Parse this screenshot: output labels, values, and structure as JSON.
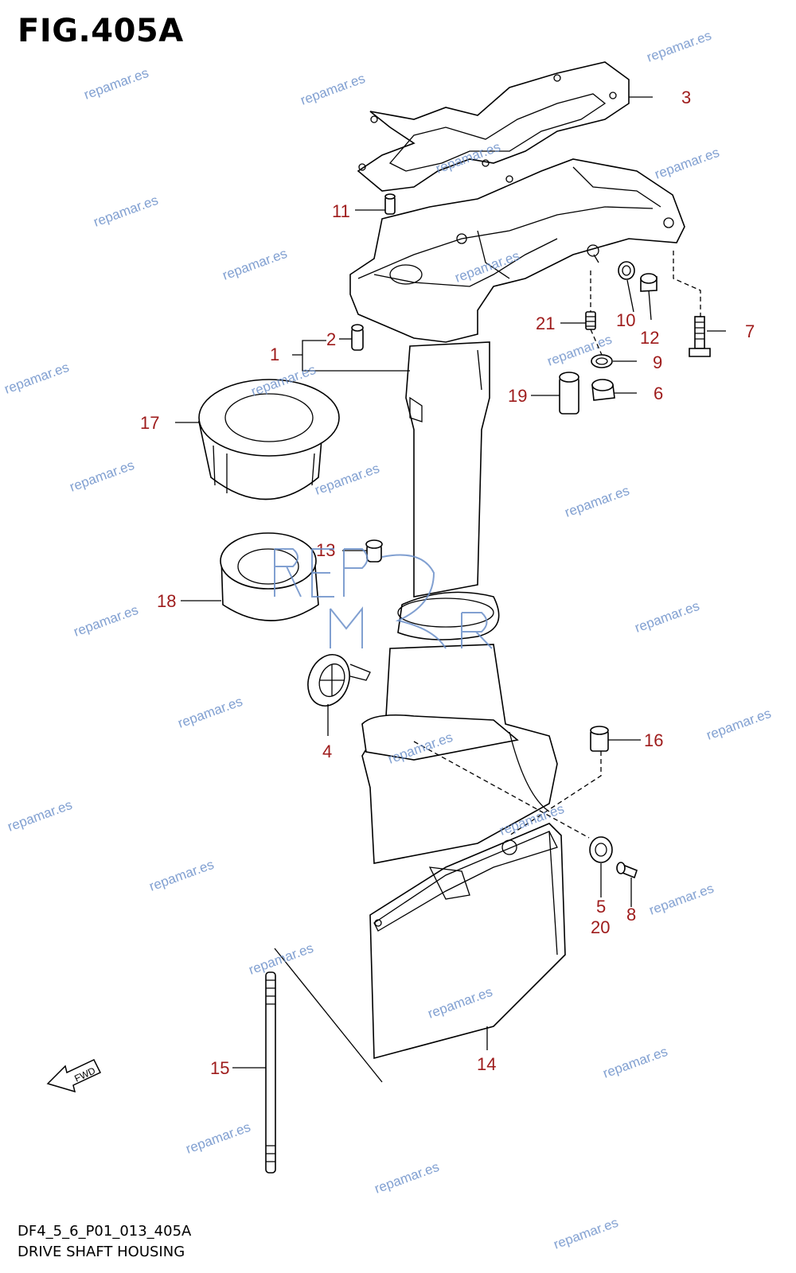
{
  "figure": {
    "title": "FIG.405A",
    "code": "DF4_5_6_P01_013_405A",
    "caption": "DRIVE SHAFT HOUSING"
  },
  "watermark": {
    "text": "repamar.es",
    "logo": "REPAMAR",
    "color": "#6b8fc9"
  },
  "callout_color": "#9e1b1b",
  "fwd_label": "FWD",
  "callouts": [
    "1",
    "2",
    "3",
    "4",
    "5",
    "6",
    "7",
    "8",
    "9",
    "10",
    "11",
    "12",
    "13",
    "14",
    "15",
    "16",
    "17",
    "18",
    "19",
    "20",
    "21"
  ]
}
